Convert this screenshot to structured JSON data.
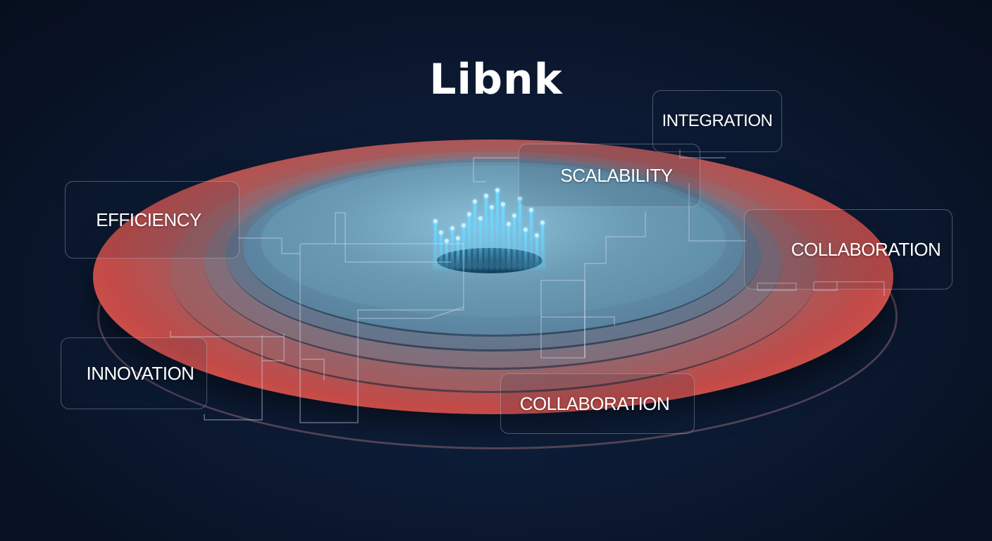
{
  "title": "Libnk",
  "labels": {
    "integration": "INTEGRATION",
    "scalability": "SCALABILITY",
    "efficiency": "EFFICIENCY",
    "collaboration_right": "COLLABORATION",
    "innovation": "INNOVATION",
    "collaboration_bottom": "COLLABORATION"
  },
  "colors": {
    "background": "#0c1a33",
    "disc_red": "#e25b52",
    "disc_center_blue": "#7aa8c0",
    "bar_cyan": "#6fd8ff",
    "label_text": "#ffffff",
    "box_border": "#c8d2e1"
  },
  "icons": {
    "center_graphic": "data-bars-icon"
  }
}
